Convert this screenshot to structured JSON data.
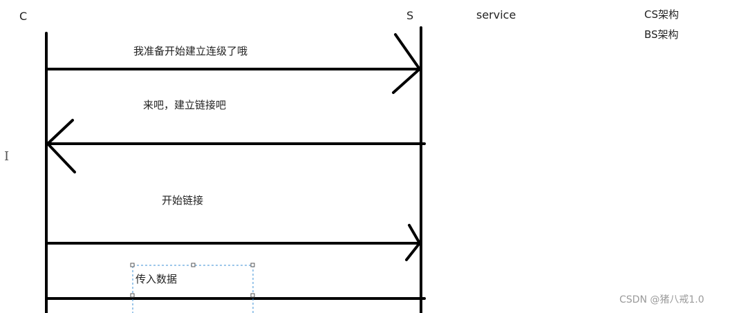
{
  "participants": {
    "client": "C",
    "server": "S",
    "service": "service"
  },
  "notes": {
    "cs": "CS架构",
    "bs": "BS架构"
  },
  "messages": [
    {
      "label": "我准备开始建立连级了哦",
      "direction": "C->S"
    },
    {
      "label": "来吧，建立链接吧",
      "direction": "S->C"
    },
    {
      "label": "开始链接",
      "direction": "C->S"
    },
    {
      "label": "传入数据",
      "direction": "C->S"
    }
  ],
  "watermark": "CSDN @猪八戒1.0",
  "colors": {
    "line": "#000000",
    "selection": "#3a8fd6"
  }
}
